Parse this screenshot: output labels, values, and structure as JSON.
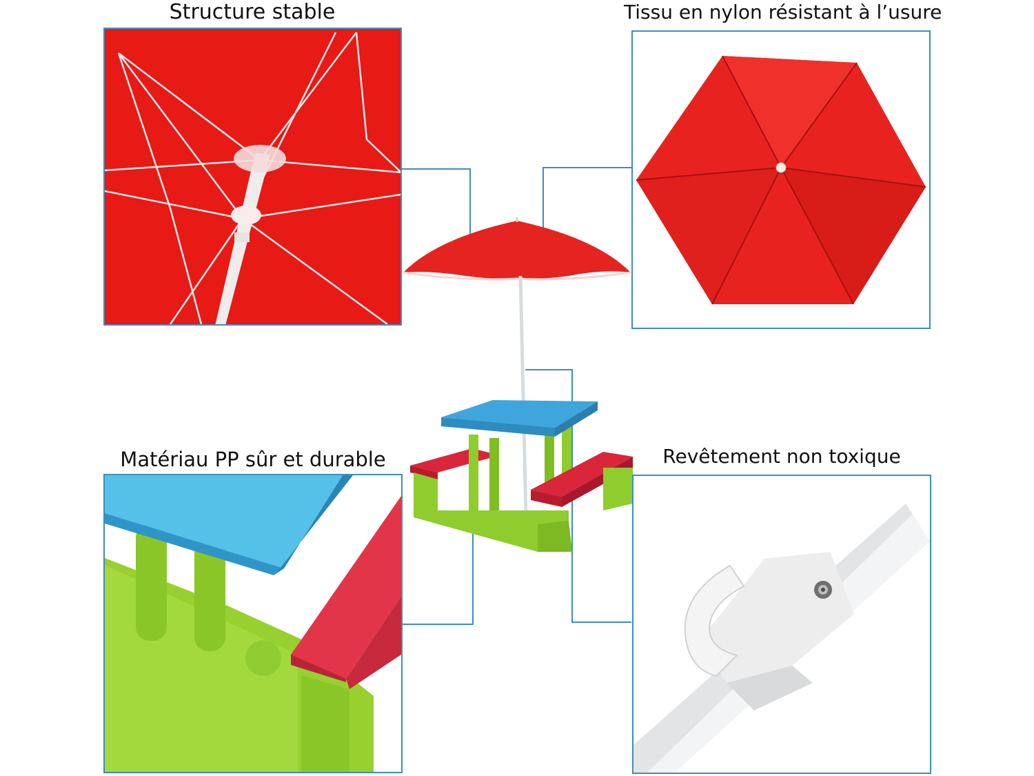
{
  "features": {
    "structure": {
      "caption": "Structure stable",
      "icon": "umbrella-ribs-closeup"
    },
    "fabric": {
      "caption": "Tissu en nylon résistant à l’usure",
      "icon": "umbrella-canopy-top-view"
    },
    "material": {
      "caption": "Matériau PP sûr et durable",
      "icon": "table-bench-closeup"
    },
    "coating": {
      "caption": "Revêtement non toxique",
      "icon": "umbrella-pole-clip-closeup"
    }
  },
  "product": {
    "icon": "kids-picnic-table-with-umbrella"
  },
  "colors": {
    "frame": "#3b8ec0",
    "canopy_red": "#e8231f",
    "table_blue": "#3ea6dc",
    "bench_red": "#d9263a",
    "frame_green": "#8fcc2e"
  }
}
